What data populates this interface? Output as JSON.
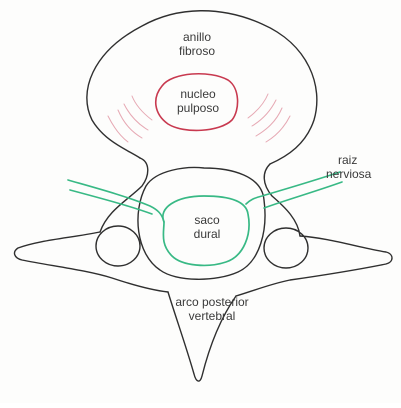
{
  "labels": {
    "annulus_line1": "anillo",
    "annulus_line2": "fibroso",
    "nucleus_line1": "nucleo",
    "nucleus_line2": "pulposo",
    "root_line1": "raiz",
    "root_line2": "nerviosa",
    "sac_line1": "saco",
    "sac_line2": "dural",
    "arch_line1": "arco posterior",
    "arch_line2": "vertebral"
  },
  "colors": {
    "outline": "#2f2f2f",
    "nerve_and_dural_sac": "#38b985",
    "nucleus": "#c8394f",
    "annular_fibers": "#e6a8b3"
  }
}
